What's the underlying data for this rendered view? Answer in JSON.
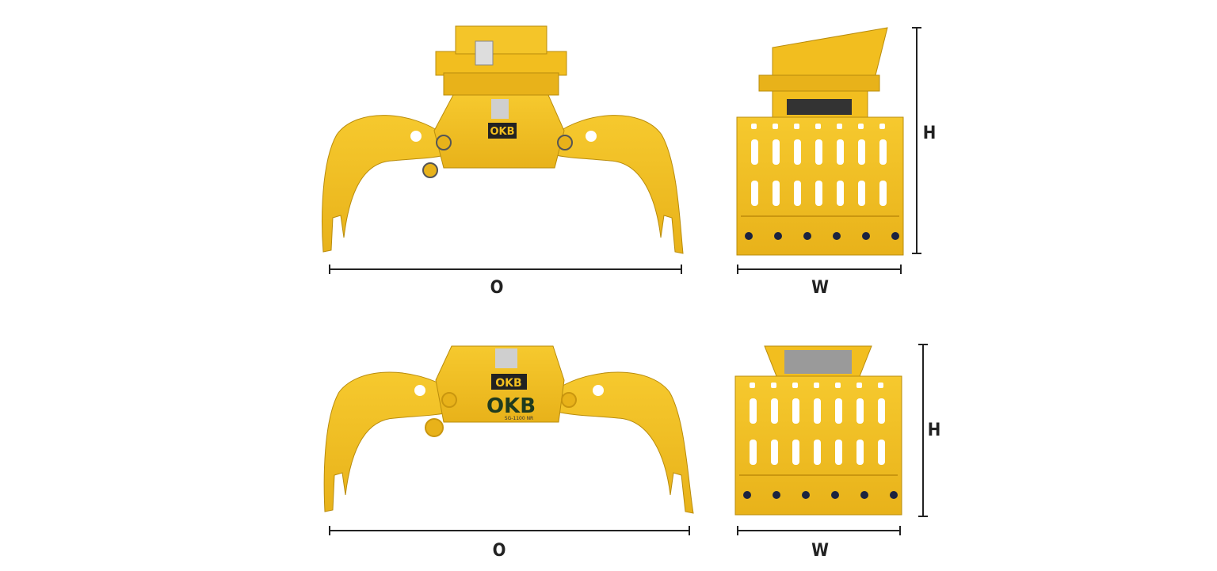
{
  "colors": {
    "body": "#F2BE1F",
    "shade": "#D6A312",
    "outline": "#B98C0C",
    "dimension": "#222222",
    "logo_green": "#2E9E4A"
  },
  "top_row": {
    "front_view": {
      "width_label": "O",
      "logo": "OKB"
    },
    "side_view": {
      "width_label": "W",
      "height_label": "H"
    }
  },
  "bottom_row": {
    "front_view": {
      "width_label": "O",
      "logo": "OKB",
      "logo_large": "OKB",
      "model_text": "SG-1100 NR"
    },
    "side_view": {
      "width_label": "W",
      "height_label": "H"
    }
  }
}
